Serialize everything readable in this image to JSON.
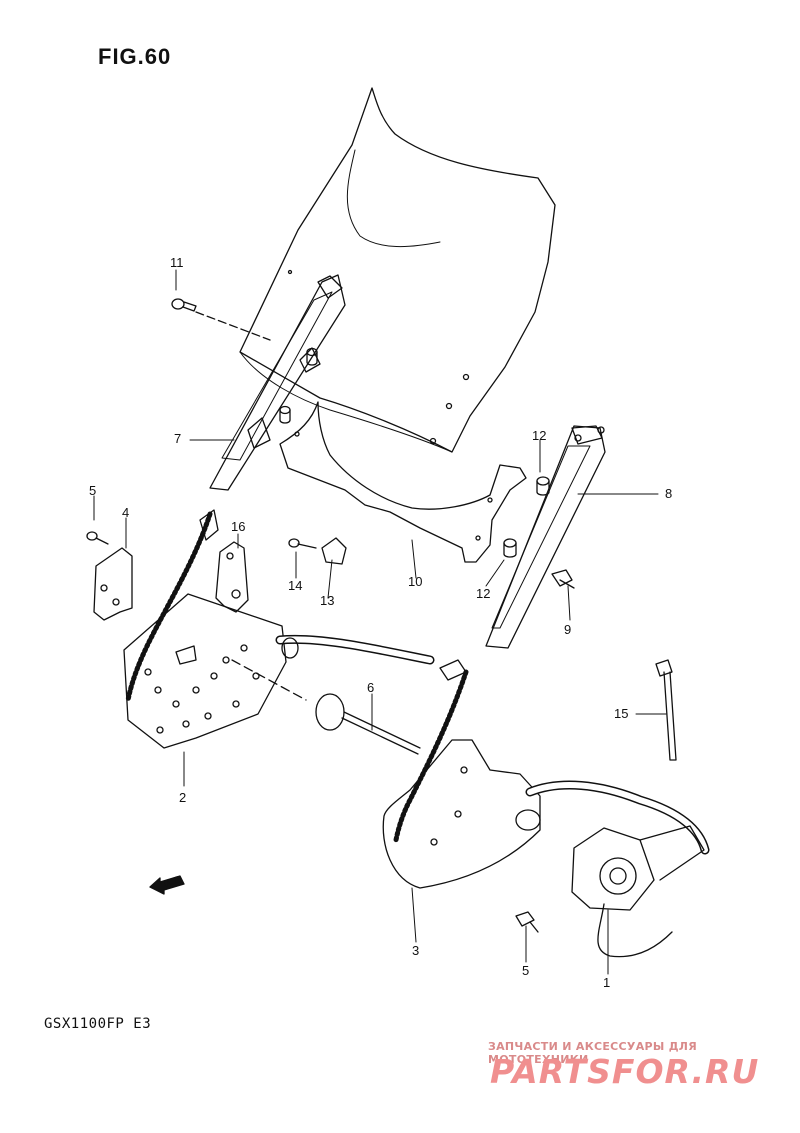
{
  "figure": {
    "title": "FIG.60",
    "model": "GSX1100FP  E3"
  },
  "watermark": {
    "line1": "ЗАПЧАСТИ И АКСЕССУАРЫ ДЛЯ МОТОТЕХНИКИ",
    "logo": "PARTSFOR.RU",
    "color": "#f08f8f"
  },
  "fwd_marker": {
    "text": "FWD"
  },
  "callouts": [
    {
      "id": "c11",
      "label": "11"
    },
    {
      "id": "c7",
      "label": "7"
    },
    {
      "id": "c5a",
      "label": "5"
    },
    {
      "id": "c4",
      "label": "4"
    },
    {
      "id": "c16",
      "label": "16"
    },
    {
      "id": "c14",
      "label": "14"
    },
    {
      "id": "c13",
      "label": "13"
    },
    {
      "id": "c10",
      "label": "10"
    },
    {
      "id": "c12a",
      "label": "12"
    },
    {
      "id": "c12b",
      "label": "12"
    },
    {
      "id": "c8",
      "label": "8"
    },
    {
      "id": "c9",
      "label": "9"
    },
    {
      "id": "c6",
      "label": "6"
    },
    {
      "id": "c15",
      "label": "15"
    },
    {
      "id": "c2",
      "label": "2"
    },
    {
      "id": "c3",
      "label": "3"
    },
    {
      "id": "c5b",
      "label": "5"
    },
    {
      "id": "c1",
      "label": "1"
    }
  ]
}
